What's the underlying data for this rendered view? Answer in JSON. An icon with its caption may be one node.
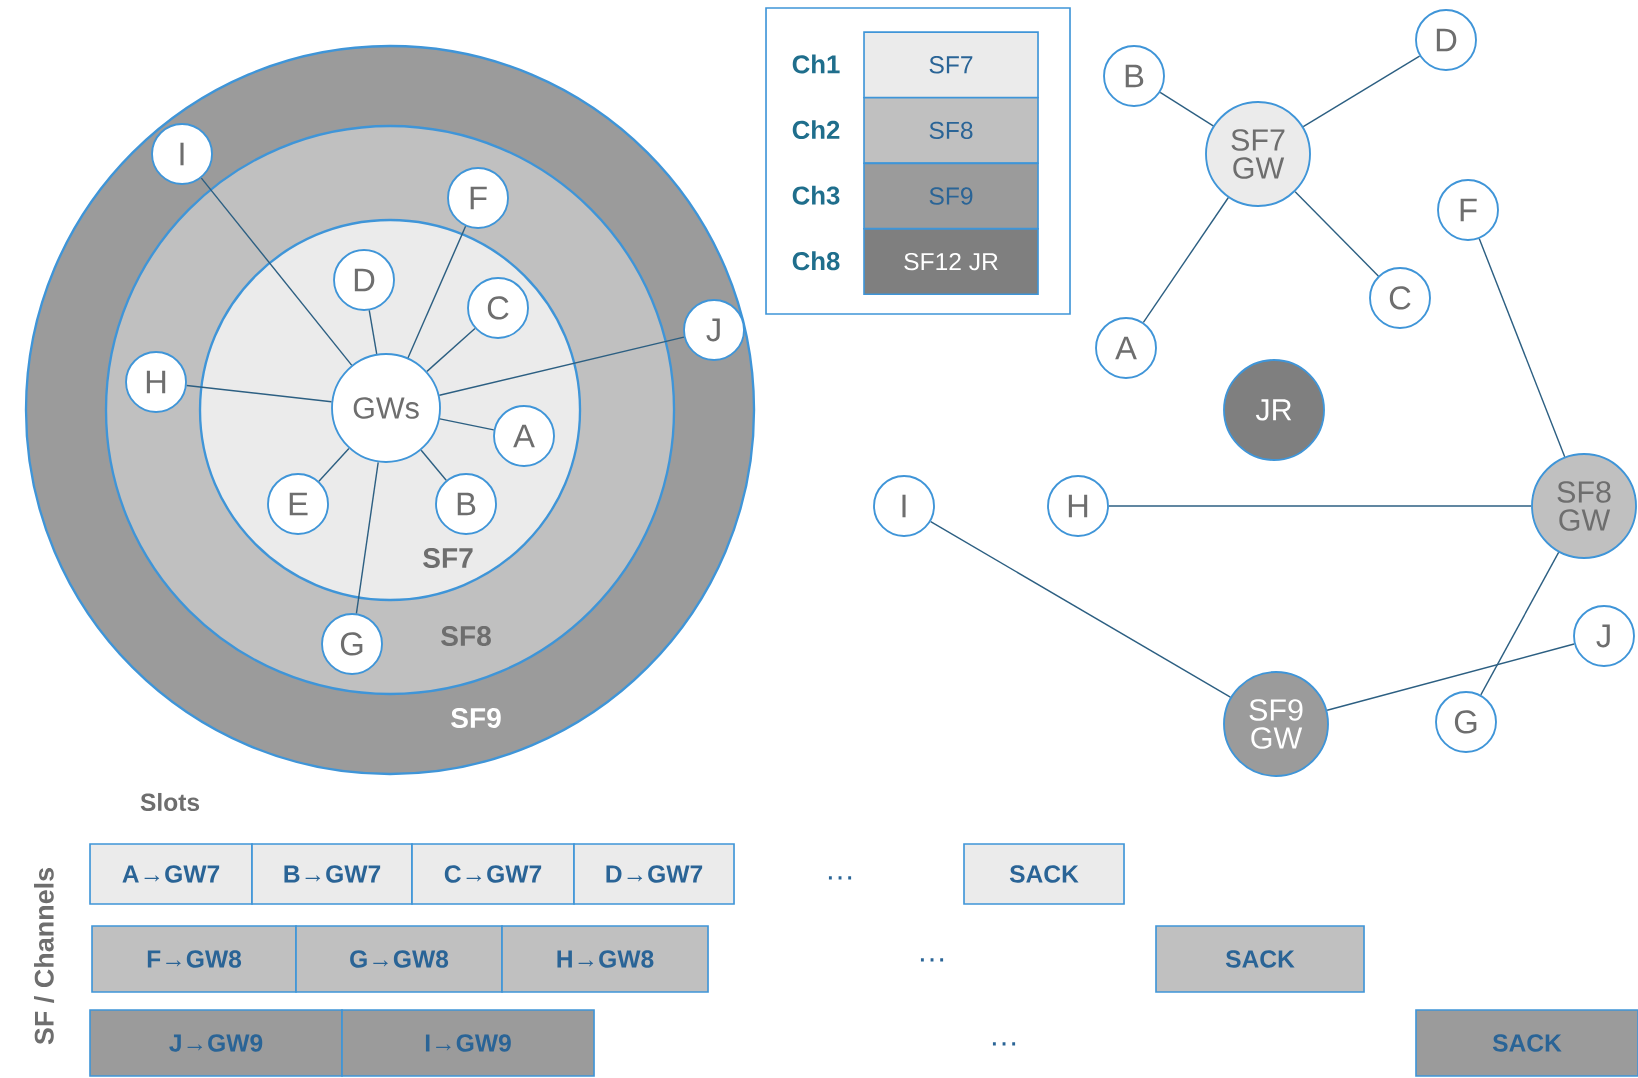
{
  "diagram": {
    "nodes": [
      {
        "text": [
          "SF9"
        ]
      },
      {
        "text": [
          "SF8"
        ],
        "in": 0
      },
      {
        "text": [
          "SF7"
        ],
        "in": 1
      },
      {
        "text": [
          "I"
        ],
        "in": 0
      },
      {
        "text": [
          "F"
        ],
        "in": 1
      },
      {
        "text": [
          "D"
        ],
        "in": 2
      },
      {
        "text": [
          "C"
        ],
        "in": 2
      },
      {
        "text": [
          "H"
        ],
        "in": 1
      },
      {
        "text": [
          "GWs"
        ],
        "in": 2
      },
      {
        "text": [
          "J"
        ],
        "in": 0
      },
      {
        "text": [
          "A"
        ],
        "in": 2
      },
      {
        "text": [
          "E"
        ],
        "in": 2
      },
      {
        "text": [
          "B"
        ],
        "in": 2
      },
      {
        "text": [
          "G"
        ],
        "in": 1
      },
      {
        "text": [
          "B"
        ]
      },
      {
        "text": [
          "SF7 GW"
        ]
      },
      {
        "text": [
          "D"
        ]
      },
      {
        "text": [
          "F"
        ]
      },
      {
        "text": [
          "C"
        ]
      },
      {
        "text": [
          "A"
        ]
      },
      {
        "text": [
          "JR"
        ]
      },
      {
        "text": [
          "I"
        ]
      },
      {
        "text": [
          "H"
        ]
      },
      {
        "text": [
          "SF8 GW"
        ]
      },
      {
        "text": [
          "J"
        ]
      },
      {
        "text": [
          "SF9 GW"
        ]
      },
      {
        "text": [
          "G"
        ]
      },
      {
        "text": [
          "A→GW7"
        ]
      },
      {
        "text": [
          "B→GW7"
        ]
      },
      {
        "text": [
          "C→GW7"
        ]
      },
      {
        "text": [
          "D→GW7"
        ]
      },
      {
        "text": [
          "SACK"
        ]
      },
      {
        "text": [
          "F→GW8"
        ]
      },
      {
        "text": [
          "G→GW8"
        ]
      },
      {
        "text": [
          "H→GW8"
        ]
      },
      {
        "text": [
          "SACK"
        ]
      },
      {
        "text": [
          "J→GW9"
        ]
      },
      {
        "text": [
          "I→GW9"
        ]
      },
      {
        "text": [
          "SACK"
        ]
      }
    ],
    "edges": [
      {
        "from": 8,
        "to": 3,
        "arrow": "none"
      },
      {
        "from": 8,
        "to": 4,
        "arrow": "none"
      },
      {
        "from": 8,
        "to": 5,
        "arrow": "none"
      },
      {
        "from": 8,
        "to": 6,
        "arrow": "none"
      },
      {
        "from": 8,
        "to": 7,
        "arrow": "none"
      },
      {
        "from": 8,
        "to": 9,
        "arrow": "none"
      },
      {
        "from": 8,
        "to": 10,
        "arrow": "none"
      },
      {
        "from": 8,
        "to": 11,
        "arrow": "none"
      },
      {
        "from": 8,
        "to": 12,
        "arrow": "none"
      },
      {
        "from": 8,
        "to": 13,
        "arrow": "none"
      },
      {
        "from": 15,
        "to": 14,
        "arrow": "none"
      },
      {
        "from": 15,
        "to": 16,
        "arrow": "none"
      },
      {
        "from": 15,
        "to": 19,
        "arrow": "none"
      },
      {
        "from": 15,
        "to": 18,
        "arrow": "none"
      },
      {
        "from": 23,
        "to": 17,
        "arrow": "none"
      },
      {
        "from": 23,
        "to": 22,
        "arrow": "none"
      },
      {
        "from": 23,
        "to": 26,
        "arrow": "none"
      },
      {
        "from": 25,
        "to": 21,
        "arrow": "none"
      },
      {
        "from": 25,
        "to": 24,
        "arrow": "none"
      }
    ],
    "labels": [
      "Ch1",
      "SF7",
      "Ch2",
      "SF8",
      "Ch3",
      "SF9",
      "Ch8",
      "SF12 JR",
      "Slots",
      "SF / Channels",
      "…",
      "…",
      "…"
    ]
  }
}
